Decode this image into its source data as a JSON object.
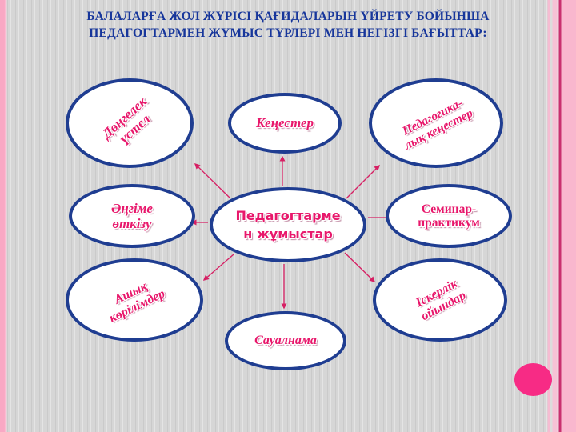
{
  "slide": {
    "title": "БАЛАЛАРҒА  ЖОЛ ЖҮРІСІ ҚАҒИДАЛАРЫН ҮЙРЕТУ БОЙЫНША ПЕДАГОГТАРМЕН ЖҰМЫС ТҮРЛЕРІ МЕН НЕГІЗГІ БАҒЫТТАР:",
    "background_color": "#d6d6d6",
    "title_color": "#17369b",
    "node_border_color": "#1f3d91",
    "node_fill_color": "#ffffff",
    "node_text_color": "#e8176b",
    "arrow_color": "#d61f63",
    "accent_pink": "#f72b85"
  },
  "diagram": {
    "type": "radial-mind-map",
    "center": {
      "id": "center",
      "label": "Педагогтарме\nн жұмыстар"
    },
    "nodes": [
      {
        "id": "round-table",
        "label": "Дөңгелек\nүстел"
      },
      {
        "id": "consultations",
        "label": "Кеңестер"
      },
      {
        "id": "pedagogical-councils",
        "label": "Педагогика-\nлық кеңестер"
      },
      {
        "id": "conversation",
        "label": "Әңгіме\nөткізу"
      },
      {
        "id": "seminar",
        "label": "Семинар-\nпрактикум"
      },
      {
        "id": "open-views",
        "label": "Ашық\nкөрілімдер"
      },
      {
        "id": "business-games",
        "label": "Іскерлік\nойындар"
      },
      {
        "id": "questionnaire",
        "label": "Сауалнама"
      }
    ]
  }
}
